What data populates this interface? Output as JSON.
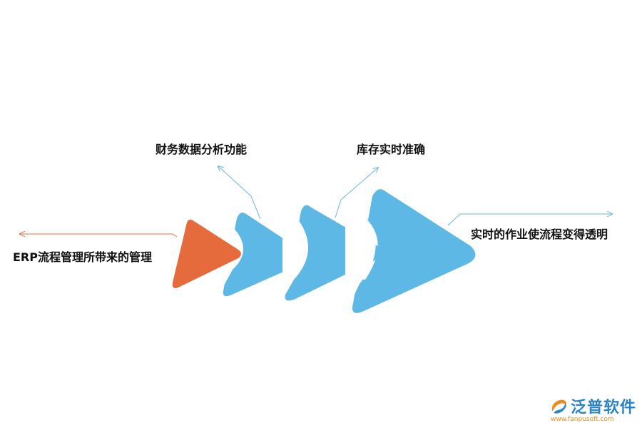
{
  "labels": {
    "left": "ERP流程管理所带来的管理",
    "top_1": "财务数据分析功能",
    "top_2": "库存实时准确",
    "right": "实时的作业使流程变得透明"
  },
  "logo": {
    "name": "泛普软件",
    "url": "www.fanpusoft.com"
  },
  "colors": {
    "orange": "#e56b3c",
    "blue": "#5db8e6",
    "line_blue": "#6bb6e0",
    "line_orange": "#e56b3c"
  }
}
